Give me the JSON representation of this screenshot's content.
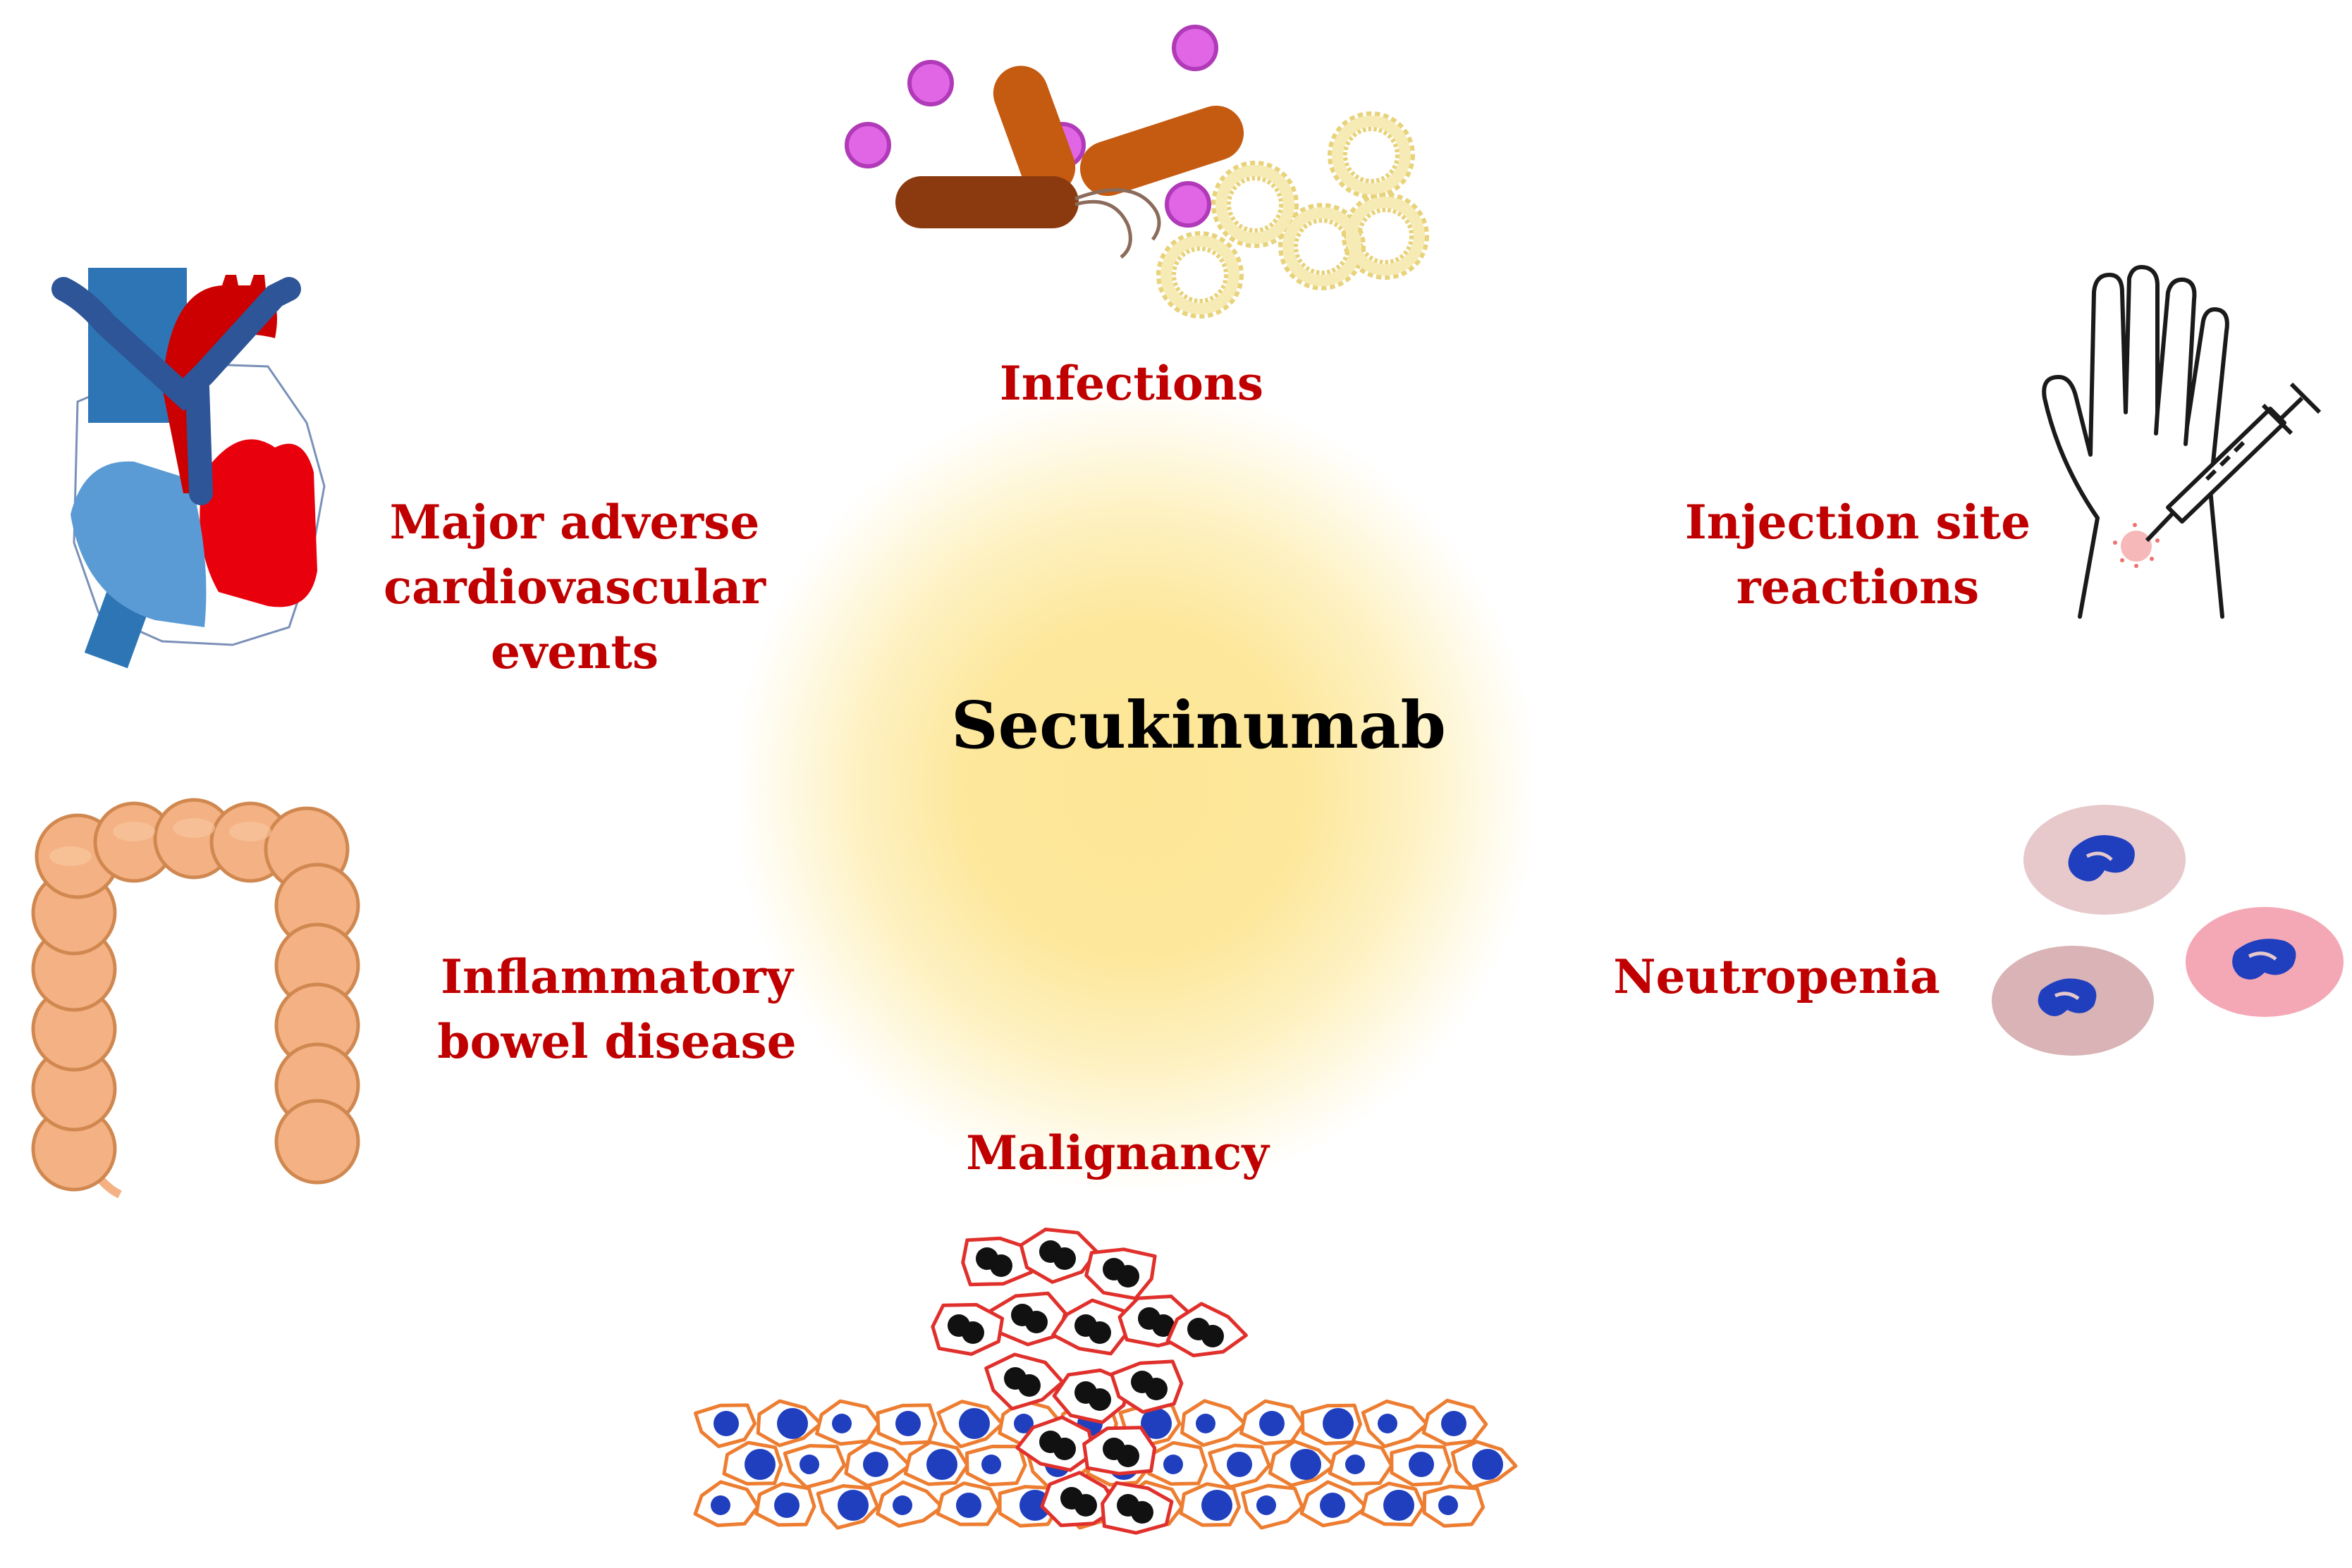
{
  "center": {
    "title": "Secukinumab"
  },
  "effects": {
    "infections": [
      "Infections"
    ],
    "injection_site": [
      "Injection site",
      "reactions"
    ],
    "mace": [
      "Major adverse",
      "cardiovascular",
      "events"
    ],
    "ibd": [
      "Inflammatory",
      "bowel disease"
    ],
    "neutropenia": [
      "Neutropenia"
    ],
    "malignancy": [
      "Malignancy"
    ]
  },
  "colors": {
    "label": "#c00000",
    "center_glow": "#fde696",
    "heart_red": "#e8000d",
    "heart_blue": "#5b9bd5",
    "vessel_blue": "#2e5597",
    "bacteria_brown": "#c55a11",
    "virus_pink": "#e066e6",
    "fungus_yellow": "#f5e09a",
    "colon_peach": "#f4b183",
    "neutrophil_nucleus": "#1f3fbf",
    "cell_orange": "#ed7d31",
    "tumor_outline": "#e0302c"
  },
  "icons": [
    "microbes-icon",
    "hand-syringe-icon",
    "heart-icon",
    "colon-icon",
    "neutrophil-cells-icon",
    "tumor-cells-icon"
  ]
}
